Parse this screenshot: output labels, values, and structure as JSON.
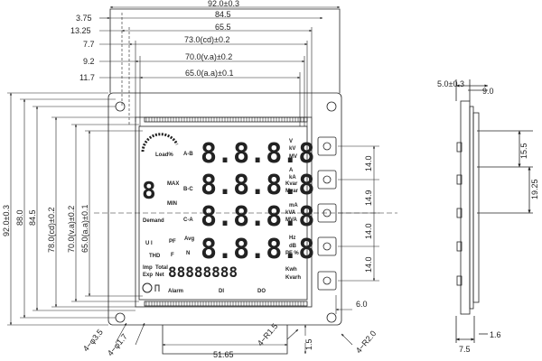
{
  "top_dims": {
    "d1": "3.75",
    "d2": "13.25",
    "d3": "7.7",
    "d4": "9.2",
    "d5": "11.7",
    "total": "92.0±0.3",
    "w845": "84.5",
    "w655": "65.5",
    "w730": "73.0(cd)±0.2",
    "w700": "70.0(v.a)±0.2",
    "w650": "65.0(a.a)±0.1"
  },
  "left_dims": {
    "h920": "92.0±0.3",
    "h880": "88.0",
    "h845": "84.5",
    "h780": "78.0(cd)±0.2",
    "h700": "70.0(v.a)±0.2",
    "h650": "65.0(a.a)±0.1"
  },
  "bottom_dims": {
    "hole1": "4−φ3.5",
    "hole2": "4−φ1.7",
    "w5165": "51.65",
    "r15": "4−R1.5",
    "h15": "1.5",
    "r20": "4−R2.0",
    "w60": "6.0"
  },
  "right_mid_dims": {
    "d140a": "14.0",
    "d149": "14.9",
    "d140b": "14.0",
    "d140c": "14.0"
  },
  "side_dims": {
    "t50": "5.0±0.3",
    "t90": "9.0",
    "d155": "15.5",
    "d1925": "19.25",
    "b75": "7.5",
    "b16": "1.6"
  },
  "lcd": {
    "digits1": "8.8.8.8",
    "digits2": "8.8.8.8",
    "digits3": "8.8.8.8",
    "digits4": "8.8.8.8",
    "digits5": "88888888",
    "load_label": "Load%",
    "ab": "A-B",
    "bc": "B-C",
    "ca": "C-A",
    "max": "MAX",
    "min": "MIN",
    "demand": "Demand",
    "avg": "Avg",
    "pf": "PF",
    "thd": "THD",
    "imp": "Imp",
    "exp": "Exp",
    "total": "Total",
    "net": "Net",
    "n": "N",
    "alarm": "Alarm",
    "di": "DI",
    "do": "DO",
    "u_i": "U I",
    "f": "F",
    "r_v": "V",
    "r_kv": "kV",
    "r_mv": "MV",
    "r_a": "A",
    "r_ka": "kA",
    "r_kvar": "Kvar",
    "r_mvar": "Mvar",
    "r_ma": "mA",
    "r_kva": "kVA",
    "r_mva": "MVA",
    "r_hz": "Hz",
    "r_db": "dB",
    "r_pfpct": "PF %",
    "r_kwh": "Kwh",
    "r_kvarh": "Kvarh"
  }
}
